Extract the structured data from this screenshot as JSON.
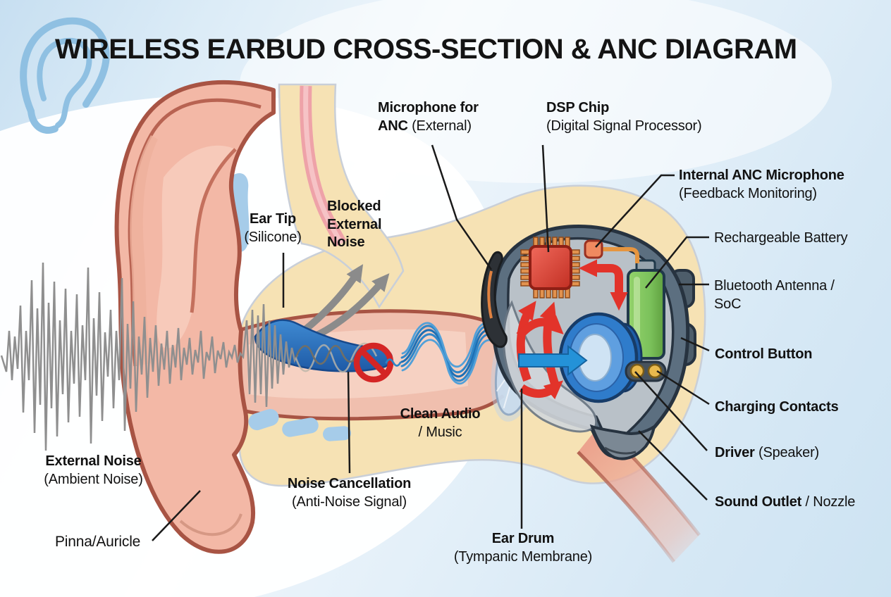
{
  "title": "WIRELESS EARBUD CROSS-SECTION & ANC DIAGRAM",
  "header": {
    "icon": "ear-outline-icon"
  },
  "labels": {
    "microphone_anc": {
      "bold": "Microphone for ANC",
      "normal": "(External)"
    },
    "dsp_chip": {
      "bold": "DSP Chip",
      "normal": "(Digital Signal Processor)"
    },
    "internal_mic": {
      "bold": "Internal ANC Microphone",
      "normal": "(Feedback Monitoring)"
    },
    "battery": {
      "normal": "Rechargeable Battery"
    },
    "bluetooth": {
      "normal": "Bluetooth Antenna / SoC"
    },
    "control_button": {
      "bold": "Control Button"
    },
    "charging_contacts": {
      "bold": "Charging Contacts"
    },
    "driver": {
      "bold": "Driver",
      "normal": "(Speaker)"
    },
    "sound_outlet": {
      "bold": "Sound Outlet",
      "normal": "/ Nozzle"
    },
    "external_noise": {
      "bold": "External Noise",
      "normal": "(Ambient Noise)"
    },
    "pinna": {
      "normal": "Pinna/Auricle"
    },
    "ear_tip": {
      "bold": "Ear Tip",
      "normal": "(Silicone)"
    },
    "blocked_noise": {
      "bold": "Blocked External Noise"
    },
    "clean_audio": {
      "bold": "Clean Audio",
      "normal": "/ Music"
    },
    "noise_cancellation": {
      "bold": "Noise Cancellation",
      "normal": "(Anti-Noise Signal)"
    },
    "ear_drum": {
      "bold": "Ear Drum",
      "normal": "(Tympanic Membrane)"
    }
  },
  "colors": {
    "background_blue": "#cde3f2",
    "skin": "#f3b8a6",
    "skin_outline": "#a85444",
    "tissue_yellow": "#f6e2b4",
    "cartilage_blue": "#a6cce9",
    "shell_gray": "#5c6f80",
    "shell_outline": "#273340",
    "chip_red": "#d93a2d",
    "chip_pin_orange": "#e2924e",
    "battery_green": "#7cc25c",
    "driver_blue": "#2f7ccb",
    "contact_gold": "#e9b94d",
    "wire_orange": "#e6953f",
    "signal_red": "#e2332a",
    "audio_blue": "#2492d8",
    "noise_gray": "#8f8f8f",
    "prohibition_red": "#d42525",
    "eartip_blue": "#2a6fc0",
    "label_black": "#111111"
  }
}
